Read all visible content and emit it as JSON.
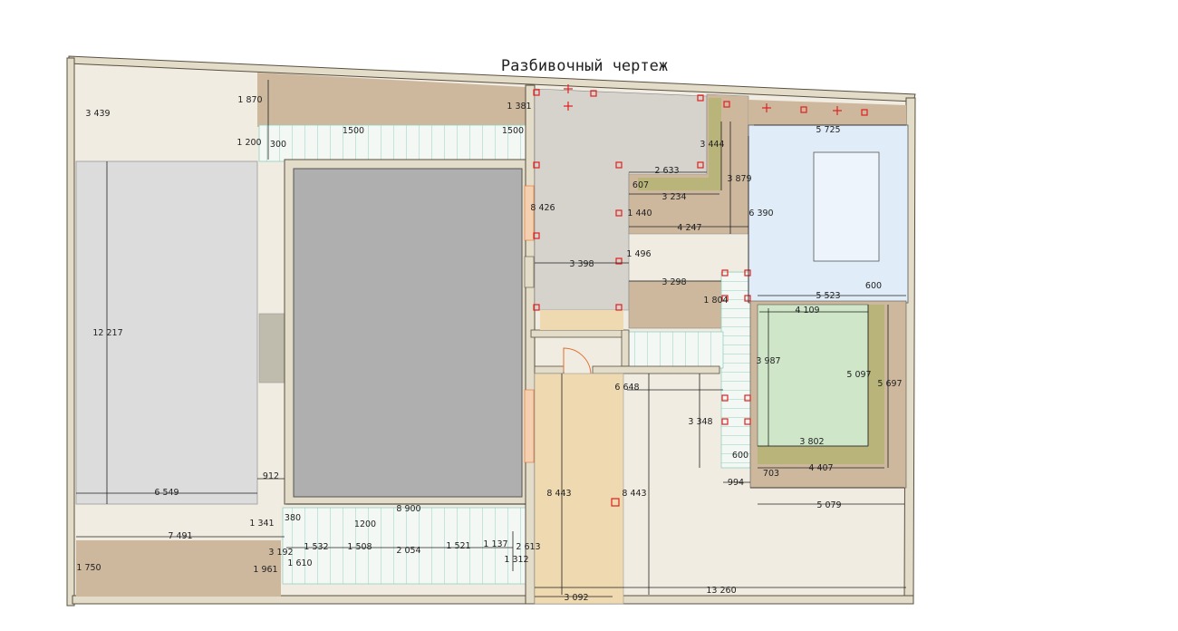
{
  "title": "Разбивочный чертеж",
  "colors": {
    "wall": "#e2dcc8",
    "wall_stroke": "#5a5040",
    "paving_light": "#f1ece2",
    "paving_brown": "#cdb89e",
    "lawn_grey": "#dcdcdc",
    "house": "#afafaf",
    "pool": "#e0ecf8",
    "lawn_green": "#cfe6c8",
    "olive": "#b8b47a",
    "sand": "#efd9b0",
    "stairs": "#f4f8f4",
    "hatch": "#8fd0c0",
    "marker": "#e02020",
    "dim_line": "#222222"
  },
  "dims": {
    "d3439": "3 439",
    "d1870": "1 870",
    "d1200a": "1 200",
    "d300": "300",
    "d1500a": "1500",
    "d1500b": "1500",
    "d1381": "1 381",
    "d12217": "12 217",
    "d6549": "6 549",
    "d912": "912",
    "d1341": "1 341",
    "d7491": "7 491",
    "d3192": "3 192",
    "d1750": "1 750",
    "d1961": "1 961",
    "d380": "380",
    "d8900": "8 900",
    "d1200b": "1200",
    "d1532": "1 532",
    "d1508": "1 508",
    "d2054": "2 054",
    "d1521": "1 521",
    "d1137": "1 137",
    "d2613": "2 613",
    "d1610": "1 610",
    "d1312": "1 312",
    "d3092": "3 092",
    "d13260": "13 260",
    "d8426": "8 426",
    "d3444": "3 444",
    "d2633": "2 633",
    "d607": "607",
    "d3234": "3 234",
    "d3879": "3 879",
    "d1440": "1 440",
    "d4247": "4 247",
    "d1496": "1 496",
    "d3398": "3 398",
    "d3298": "3 298",
    "d1804": "1 804",
    "d6648": "6 648",
    "d3348": "3 348",
    "d8443a": "8 443",
    "d8443b": "8 443",
    "d5725": "5 725",
    "d6390": "6 390",
    "d600a": "600",
    "d5523": "5 523",
    "d4109": "4 109",
    "d3987": "3 987",
    "d5097": "5 097",
    "d5697": "5 697",
    "d3802": "3 802",
    "d600b": "600",
    "d994": "994",
    "d703": "703",
    "d4407": "4 407",
    "d5079": "5 079"
  }
}
